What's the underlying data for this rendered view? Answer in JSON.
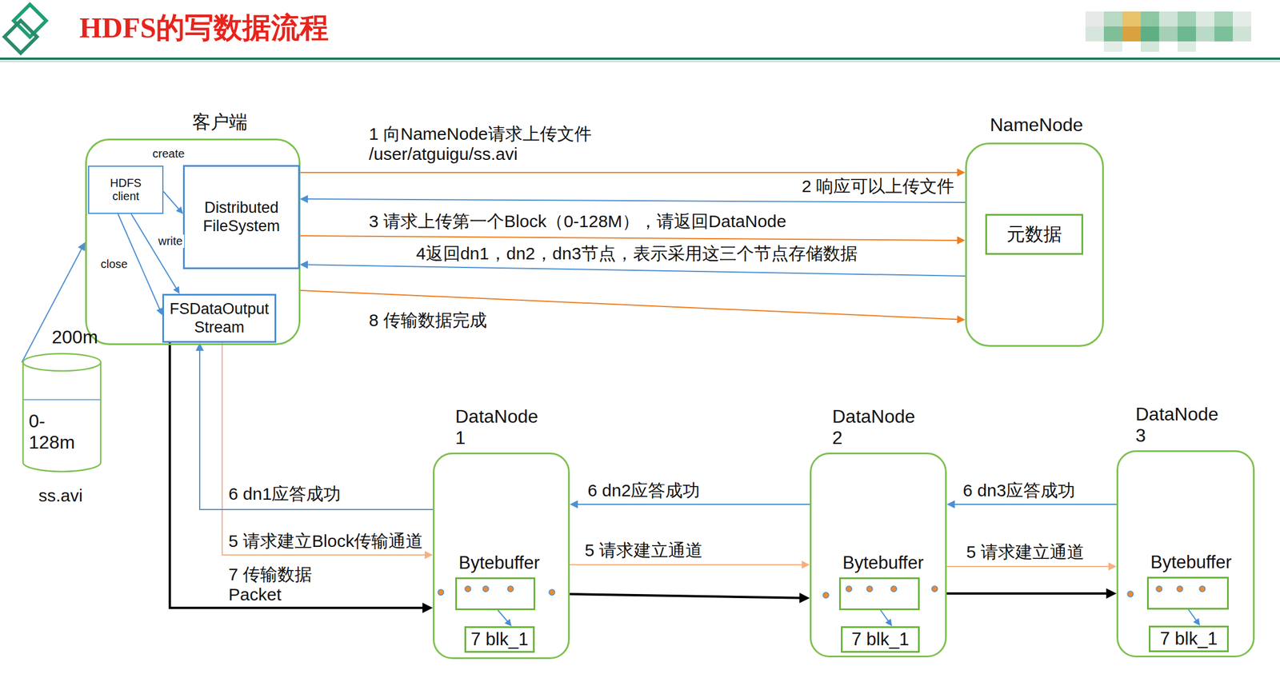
{
  "diagram": {
    "title": "HDFS的写数据流程",
    "nodes": [
      {
        "text": [
          "客户端"
        ]
      },
      {
        "text": [
          "HDFS client"
        ],
        "in": 0
      },
      {
        "text": [
          "Distributed FileSystem"
        ],
        "in": 0
      },
      {
        "text": [
          "FSDataOutputStream"
        ],
        "in": 0
      },
      {
        "text": [
          "NameNode"
        ]
      },
      {
        "text": [
          "元数据"
        ],
        "in": 4
      },
      {
        "text": [
          "200m",
          "0-128m",
          "ss.avi"
        ]
      },
      {
        "text": [
          "DataNode 1"
        ]
      },
      {
        "text": [
          "Bytebuffer"
        ],
        "in": 7
      },
      {
        "text": [
          "7 blk_1"
        ],
        "in": 7
      },
      {
        "text": [
          "DataNode 2"
        ]
      },
      {
        "text": [
          "Bytebuffer"
        ],
        "in": 10
      },
      {
        "text": [
          "7 blk_1"
        ],
        "in": 10
      },
      {
        "text": [
          "DataNode 3"
        ]
      },
      {
        "text": [
          "Bytebuffer"
        ],
        "in": 13
      },
      {
        "text": [
          "7 blk_1"
        ],
        "in": 13
      }
    ],
    "edges": [
      {
        "from": 1,
        "to": 2,
        "label": "create",
        "arrow": "to"
      },
      {
        "from": 1,
        "to": 3,
        "label": "write",
        "arrow": "to"
      },
      {
        "from": 1,
        "to": 3,
        "label": "close",
        "arrow": "to"
      },
      {
        "from": 6,
        "to": 0,
        "arrow": "to"
      },
      {
        "from": 2,
        "to": 4,
        "label": "1 向NameNode请求上传文件 /user/atguigu/ss.avi",
        "arrow": "to"
      },
      {
        "from": 4,
        "to": 2,
        "label": "2 响应可以上传文件",
        "arrow": "to"
      },
      {
        "from": 2,
        "to": 4,
        "label": "3 请求上传第一个Block（0-128M），请返回DataNode",
        "arrow": "to"
      },
      {
        "from": 4,
        "to": 2,
        "label": "4返回dn1，dn2，dn3节点，表示采用这三个节点存储数据",
        "arrow": "to"
      },
      {
        "from": 0,
        "to": 4,
        "label": "8 传输数据完成",
        "arrow": "to"
      },
      {
        "from": 3,
        "to": 7,
        "label": "5 请求建立Block传输通道",
        "arrow": "to"
      },
      {
        "from": 7,
        "to": 3,
        "label": "6 dn1应答成功",
        "arrow": "to"
      },
      {
        "from": 3,
        "to": 7,
        "label": "7 传输数据 Packet",
        "arrow": "to"
      },
      {
        "from": 7,
        "to": 10,
        "label": "5 请求建立通道",
        "arrow": "to"
      },
      {
        "from": 10,
        "to": 7,
        "label": "6 dn2应答成功",
        "arrow": "to"
      },
      {
        "from": 7,
        "to": 10,
        "arrow": "to"
      },
      {
        "from": 10,
        "to": 13,
        "label": "5 请求建立通道",
        "arrow": "to"
      },
      {
        "from": 13,
        "to": 10,
        "label": "6 dn3应答成功",
        "arrow": "to"
      },
      {
        "from": 10,
        "to": 13,
        "arrow": "to"
      },
      {
        "from": 8,
        "to": 9,
        "arrow": "to"
      },
      {
        "from": 11,
        "to": 12,
        "arrow": "to"
      },
      {
        "from": 14,
        "to": 15,
        "arrow": "to"
      }
    ]
  }
}
